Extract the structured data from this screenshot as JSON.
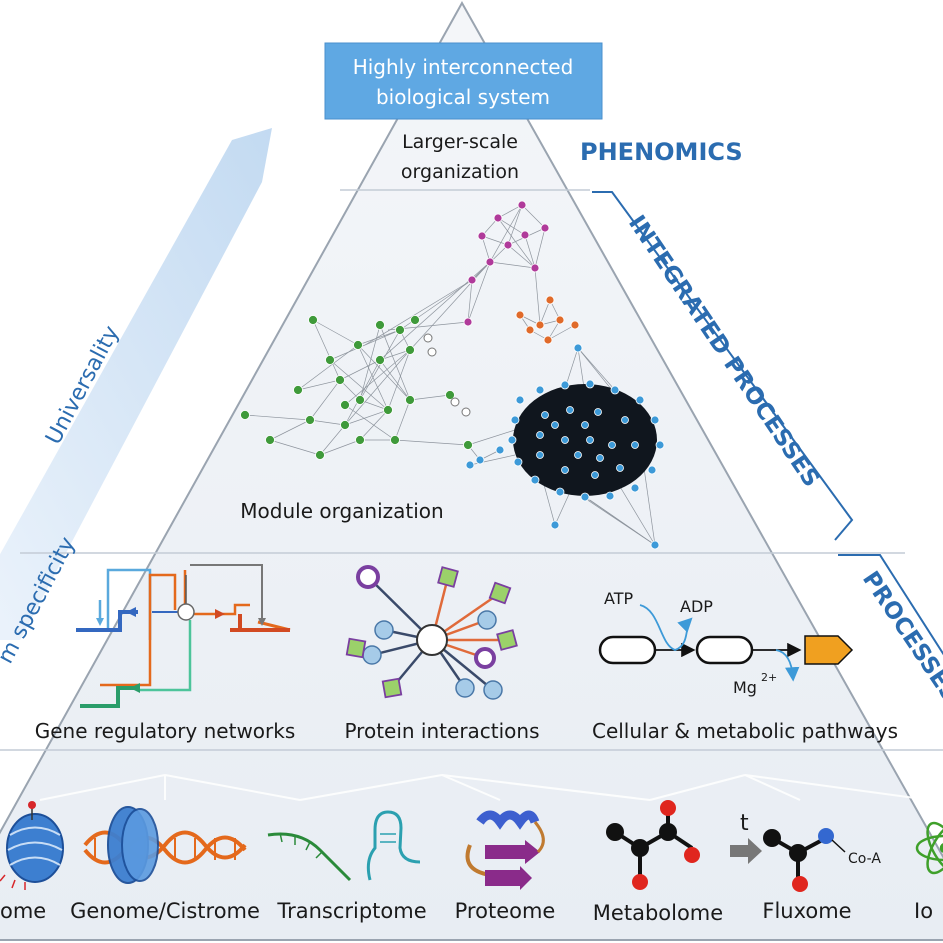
{
  "top_box": {
    "line1": "Highly interconnected",
    "line2": "biological system"
  },
  "tiers": {
    "larger_scale_line1": "Larger-scale",
    "larger_scale_line2": "organization",
    "module": "Module organization"
  },
  "side_labels": {
    "phenomics": "PHENOMICS",
    "integrated": "INTEGRATED PROCESSES",
    "processes": "PROCESSES",
    "universality": "Universality",
    "specificity": "m specificity"
  },
  "process_labels": {
    "gene_regulatory": "Gene regulatory networks",
    "protein_interactions": "Protein interactions",
    "pathways": "Cellular  & metabolic pathways"
  },
  "pathway_labels": {
    "atp": "ATP",
    "adp": "ADP",
    "mg": "Mg",
    "mg_sup": "2+"
  },
  "omics": {
    "epigenome": "ome",
    "genome": "Genome/Cistrome",
    "transcriptome": "Transcriptome",
    "proteome": "Proteome",
    "metabolome": "Metabolome",
    "fluxome": "Fluxome",
    "ionome": "Io",
    "fluxome_t": "t",
    "coa": "Co-A"
  },
  "colors": {
    "blue_accent": "#2b6cb0",
    "box_fill": "#5fa8e3",
    "magenta": "#b03a9a",
    "green": "#3f9a3a",
    "orange": "#e06a2a",
    "node_blue": "#3d9ad8",
    "purple": "#7a3fa0",
    "yellow_green": "#9bd16a",
    "orange_arrow": "#f0a020"
  }
}
